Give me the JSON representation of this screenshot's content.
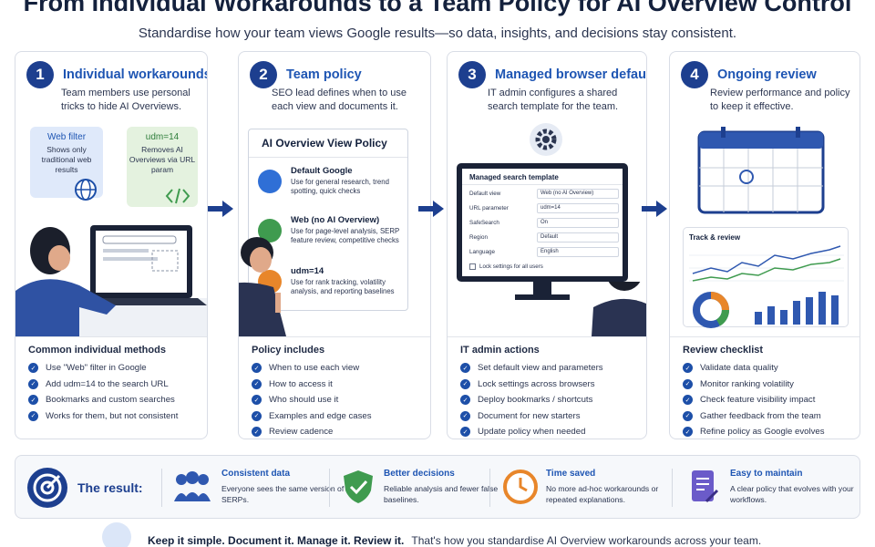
{
  "header": {
    "title": "From Individual Workarounds to a Team Policy for AI Overview Control",
    "subtitle": "Standardise how your team views Google results—so data, insights, and decisions stay consistent."
  },
  "steps": [
    {
      "number": "1",
      "title": "Individual workarounds",
      "description": "Team members use personal tricks to hide AI Overviews.",
      "bubbles": [
        {
          "title": "Web filter",
          "text": "Shows only traditional web results"
        },
        {
          "title": "udm=14",
          "text": "Removes AI Overviews via URL param"
        }
      ],
      "list_title": "Common individual methods",
      "items": [
        "Use \"Web\" filter in Google",
        "Add udm=14 to the search URL",
        "Bookmarks and custom searches",
        "Works for them, but not consistent"
      ]
    },
    {
      "number": "2",
      "title": "Team policy",
      "description": "SEO lead defines when to use each view and documents it.",
      "policy": {
        "heading": "AI Overview View Policy",
        "rows": [
          {
            "title": "Default Google",
            "text": "Use for general research, trend spotting, quick checks"
          },
          {
            "title": "Web (no AI Overview)",
            "text": "Use for page-level analysis, SERP feature review, competitive checks"
          },
          {
            "title": "udm=14",
            "text": "Use for rank tracking, volatility analysis, and reporting baselines"
          }
        ]
      },
      "list_title": "Policy includes",
      "items": [
        "When to use each view",
        "How to access it",
        "Who should use it",
        "Examples and edge cases",
        "Review cadence"
      ]
    },
    {
      "number": "3",
      "title": "Managed browser defaults",
      "description": "IT admin configures a shared search template for the team.",
      "template": {
        "heading": "Managed search template",
        "fields": [
          {
            "label": "Default view",
            "value": "Web (no AI Overview)"
          },
          {
            "label": "URL parameter",
            "value": "udm=14"
          },
          {
            "label": "SafeSearch",
            "value": "On"
          },
          {
            "label": "Region",
            "value": "Default"
          },
          {
            "label": "Language",
            "value": "English"
          }
        ],
        "lock_label": "Lock settings for all users"
      },
      "list_title": "IT admin actions",
      "items": [
        "Set default view and parameters",
        "Lock settings across browsers",
        "Deploy bookmarks / shortcuts",
        "Document for new starters",
        "Update policy when needed"
      ]
    },
    {
      "number": "4",
      "title": "Ongoing review",
      "description": "Review performance and policy to keep it effective.",
      "track_title": "Track & review",
      "list_title": "Review checklist",
      "items": [
        "Validate data quality",
        "Monitor ranking volatility",
        "Check feature visibility impact",
        "Gather feedback from the team",
        "Refine policy as Google evolves"
      ]
    }
  ],
  "result": {
    "label": "The result:",
    "items": [
      {
        "title": "Consistent data",
        "text": "Everyone sees the same version of the SERPs.",
        "icon": "team-icon"
      },
      {
        "title": "Better decisions",
        "text": "Reliable analysis and fewer false baselines.",
        "icon": "shield-check-icon"
      },
      {
        "title": "Time saved",
        "text": "No more ad-hoc workarounds or repeated explanations.",
        "icon": "clock-icon"
      },
      {
        "title": "Easy to maintain",
        "text": "A clear policy that evolves with your workflows.",
        "icon": "document-edit-icon"
      }
    ]
  },
  "footer": {
    "bold": "Keep it simple. Document it. Manage it. Review it.",
    "rest": "That's how you standardise AI Overview workarounds across your team."
  },
  "colors": {
    "navy": "#1d3f8f",
    "accent_blue": "#1e55b3",
    "green": "#3f9b4f",
    "orange": "#e8862a",
    "purple": "#6b5bc9"
  }
}
